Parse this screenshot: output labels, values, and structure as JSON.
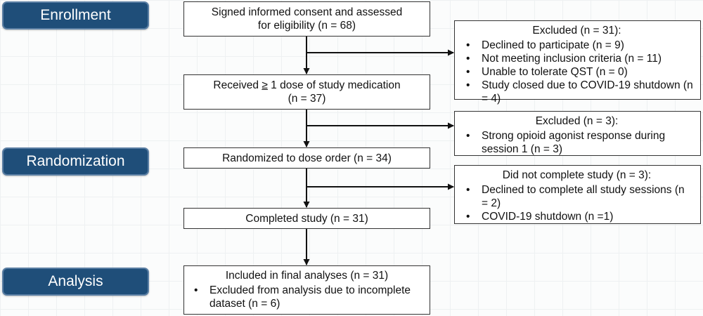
{
  "phases": {
    "enrollment": "Enrollment",
    "randomization": "Randomization",
    "analysis": "Analysis"
  },
  "main": {
    "consent": [
      "Signed informed consent and assessed",
      "for eligibility (n = 68)"
    ],
    "received": {
      "line1_prefix": "Received ",
      "line1_symbol": "≥",
      "line1_suffix": " 1 dose of study medication",
      "line2": "(n = 37)"
    },
    "randomized": "Randomized to dose order (n = 34)",
    "completed": "Completed study (n = 31)",
    "included": {
      "title": "Included in final analyses (n = 31)",
      "bullet": "Excluded from analysis due to incomplete dataset (n = 6)"
    }
  },
  "side": {
    "excluded1": {
      "title": "Excluded (n = 31):",
      "items": [
        "Declined to participate (n = 9)",
        "Not meeting inclusion criteria (n = 11)",
        "Unable to tolerate QST (n = 0)",
        "Study closed due to COVID-19 shutdown (n = 4)"
      ]
    },
    "excluded2": {
      "title": "Excluded (n = 3):",
      "items": [
        "Strong opioid agonist response during session 1 (n = 3)"
      ]
    },
    "notcomplete": {
      "title": "Did not complete study (n = 3):",
      "items": [
        "Declined to complete all study sessions (n = 2)",
        "COVID-19 shutdown (n =1)"
      ]
    }
  },
  "colors": {
    "phase_fill": "#1f4e79",
    "box_border": "#333333",
    "arrow": "#111111"
  }
}
